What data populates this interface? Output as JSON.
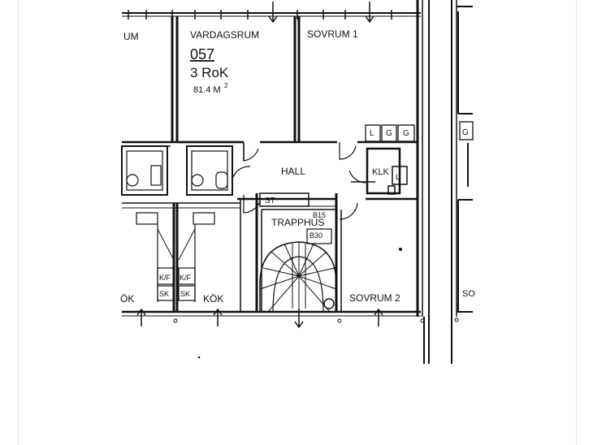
{
  "plan": {
    "unit_number": "057",
    "unit_type": "3 RoK",
    "unit_area": "81.4 M",
    "unit_area_sup": "2",
    "rooms": {
      "vardagsrum": "VARDAGSRUM",
      "sovrum1": "SOVRUM 1",
      "sovrum2": "SOVRUM 2",
      "hall": "HALL",
      "trapphus": "TRAPPHUS",
      "kok": "KÖK",
      "kok_left": "ÖK",
      "rum_left": "UM",
      "klk": "KLK",
      "sovrum_right": "SO"
    },
    "fixtures": {
      "l": "L",
      "g": "G",
      "st": "ST",
      "b15": "B15",
      "b30": "B30",
      "kf": "K/F",
      "sk": "SK"
    }
  },
  "colors": {
    "line": "#111111",
    "frame": "#e6e6e6",
    "background": "#ffffff"
  }
}
